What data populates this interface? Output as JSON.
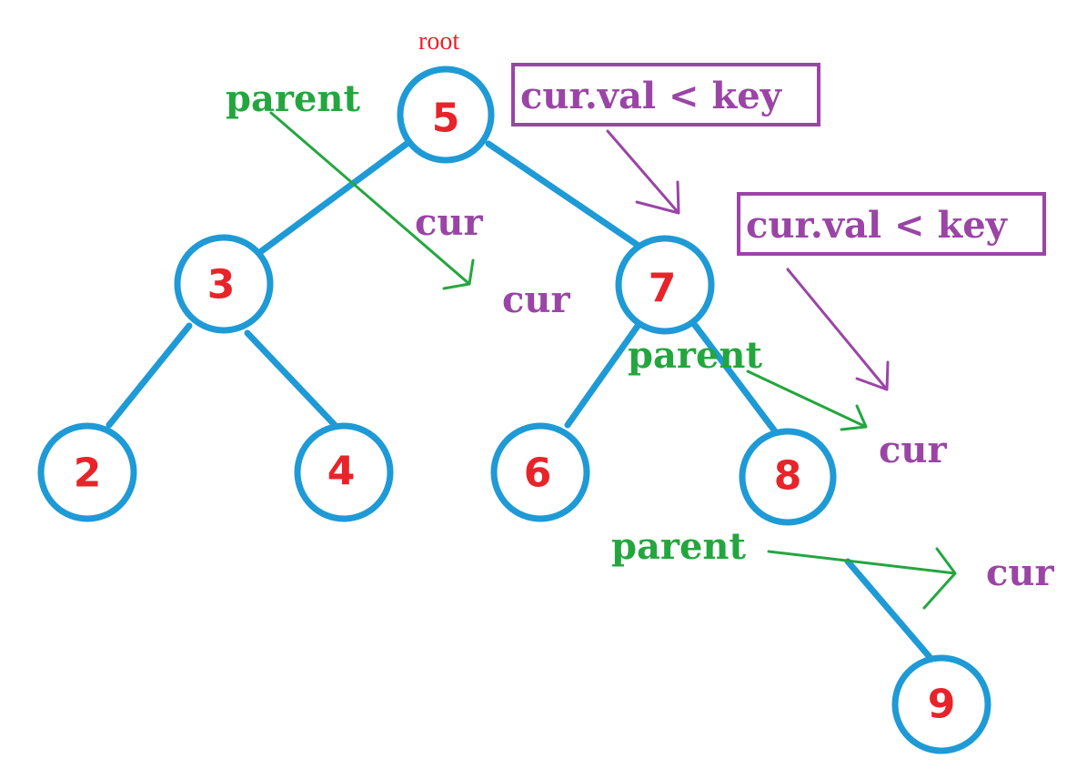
{
  "colors": {
    "tree": "#1e9ad6",
    "node_text": "#e8232a",
    "root": "#e8232a",
    "parent": "#24a63f",
    "cur": "#9a45a6"
  },
  "root_label": "root",
  "nodes": [
    {
      "id": "n5",
      "value": "5"
    },
    {
      "id": "n3",
      "value": "3"
    },
    {
      "id": "n7",
      "value": "7"
    },
    {
      "id": "n2",
      "value": "2"
    },
    {
      "id": "n4",
      "value": "4"
    },
    {
      "id": "n6",
      "value": "6"
    },
    {
      "id": "n8",
      "value": "8"
    },
    {
      "id": "n9",
      "value": "9"
    }
  ],
  "edges": [
    {
      "from": "5",
      "to": "3"
    },
    {
      "from": "5",
      "to": "7"
    },
    {
      "from": "3",
      "to": "2"
    },
    {
      "from": "3",
      "to": "4"
    },
    {
      "from": "7",
      "to": "6"
    },
    {
      "from": "7",
      "to": "8"
    },
    {
      "from": "8",
      "to": "9"
    }
  ],
  "conditions": [
    "cur.val < key",
    "cur.val < key"
  ],
  "parent_labels": [
    "parent",
    "parent",
    "parent"
  ],
  "cur_labels": [
    "cur",
    "cur",
    "cur",
    "cur"
  ]
}
